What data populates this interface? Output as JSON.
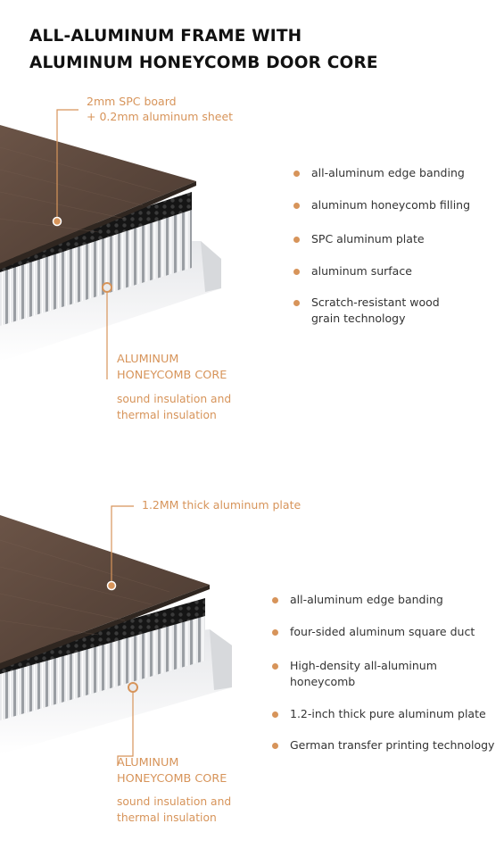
{
  "title": {
    "line1": "ALL-ALUMINUM FRAME WITH",
    "line2": "ALUMINUM HONEYCOMB DOOR CORE"
  },
  "accent_color": "#d7945a",
  "section1": {
    "callout_top": {
      "line1": "2mm SPC board",
      "line2": "+ 0.2mm aluminum sheet"
    },
    "core_label": {
      "line1": "ALUMINUM",
      "line2": "HONEYCOMB CORE"
    },
    "core_sub": {
      "line1": "sound insulation and",
      "line2": "thermal insulation"
    },
    "features": [
      {
        "text": "all-aluminum edge banding"
      },
      {
        "text": "aluminum honeycomb filling"
      },
      {
        "text": "SPC aluminum plate"
      },
      {
        "text": "aluminum surface"
      },
      {
        "text": "Scratch-resistant wood grain technology"
      }
    ]
  },
  "section2": {
    "callout_top": {
      "line1": "1.2MM thick aluminum plate"
    },
    "core_label": {
      "line1": "ALUMINUM",
      "line2": "HONEYCOMB CORE"
    },
    "core_sub": {
      "line1": "sound insulation and",
      "line2": "thermal insulation"
    },
    "features": [
      {
        "text": "all-aluminum edge banding"
      },
      {
        "text": "four-sided aluminum square duct"
      },
      {
        "text": "High-density all-aluminum honeycomb"
      },
      {
        "text": "1.2-inch thick pure aluminum plate"
      },
      {
        "text": "German transfer printing technology"
      }
    ]
  }
}
